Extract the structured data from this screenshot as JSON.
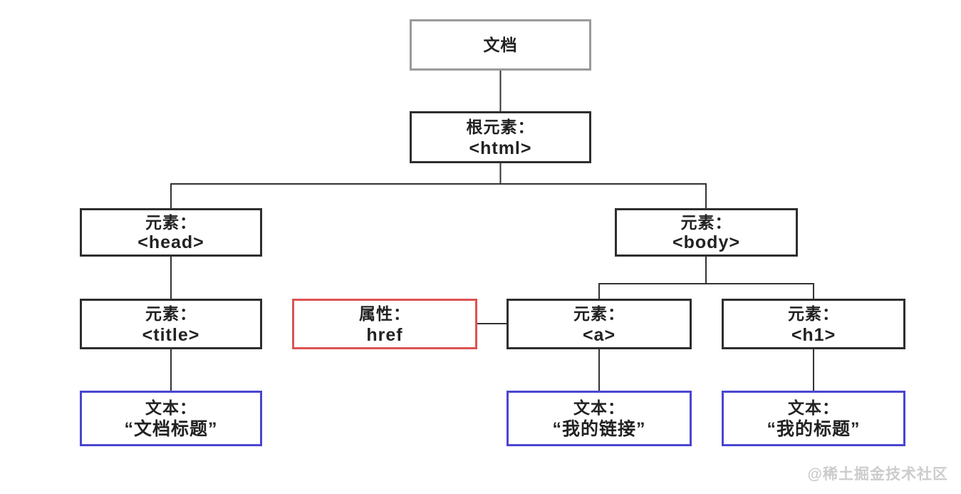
{
  "diagram": {
    "description": "HTML DOM tree diagram (Chinese labels)",
    "nodes": {
      "document": {
        "label": "文档",
        "value": ""
      },
      "html": {
        "label": "根元素：",
        "value": "<html>"
      },
      "head": {
        "label": "元素：",
        "value": "<head>"
      },
      "body": {
        "label": "元素：",
        "value": "<body>"
      },
      "title": {
        "label": "元素：",
        "value": "<title>"
      },
      "attr_href": {
        "label": "属性：",
        "value": "href"
      },
      "a": {
        "label": "元素：",
        "value": "<a>"
      },
      "h1": {
        "label": "元素：",
        "value": "<h1>"
      },
      "text_doc_title": {
        "label": "文本：",
        "value": "“文档标题”"
      },
      "text_my_link": {
        "label": "文本：",
        "value": "“我的链接”"
      },
      "text_my_heading": {
        "label": "文本：",
        "value": "“我的标题”"
      }
    },
    "colors": {
      "document_border": "#9a9a9a",
      "element_border": "#2e2e2e",
      "attribute_border": "#dd5252",
      "text_node_border": "#4a46d0",
      "connector": "#333333",
      "watermark_text": "#cccccc",
      "background": "#ffffff"
    },
    "watermark": {
      "text": "@稀土掘金技术社区"
    }
  }
}
